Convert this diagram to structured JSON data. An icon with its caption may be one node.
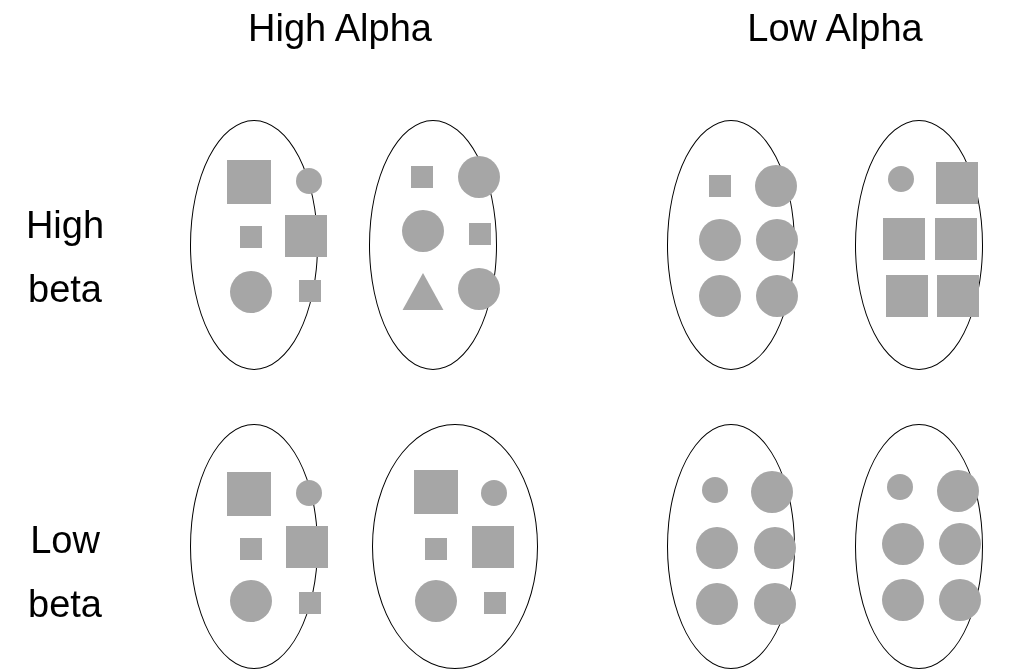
{
  "diagram": {
    "nodes": [
      {
        "text": [],
        "shape": "ellipse"
      },
      {
        "text": [],
        "shape": "square",
        "in": 0
      },
      {
        "text": [],
        "shape": "circle",
        "in": 0
      },
      {
        "text": [],
        "shape": "square",
        "in": 0
      },
      {
        "text": [],
        "shape": "square",
        "in": 0
      },
      {
        "text": [],
        "shape": "circle",
        "in": 0
      },
      {
        "text": [],
        "shape": "square",
        "in": 0
      },
      {
        "text": [],
        "shape": "ellipse"
      },
      {
        "text": [],
        "shape": "square",
        "in": 7
      },
      {
        "text": [],
        "shape": "circle",
        "in": 7
      },
      {
        "text": [],
        "shape": "circle",
        "in": 7
      },
      {
        "text": [],
        "shape": "square",
        "in": 7
      },
      {
        "text": [],
        "shape": "triangle",
        "in": 7
      },
      {
        "text": [],
        "shape": "circle",
        "in": 7
      },
      {
        "text": [],
        "shape": "ellipse"
      },
      {
        "text": [],
        "shape": "square",
        "in": 14
      },
      {
        "text": [],
        "shape": "circle",
        "in": 14
      },
      {
        "text": [],
        "shape": "circle",
        "in": 14
      },
      {
        "text": [],
        "shape": "circle",
        "in": 14
      },
      {
        "text": [],
        "shape": "circle",
        "in": 14
      },
      {
        "text": [],
        "shape": "circle",
        "in": 14
      },
      {
        "text": [],
        "shape": "ellipse"
      },
      {
        "text": [],
        "shape": "circle",
        "in": 21
      },
      {
        "text": [],
        "shape": "square",
        "in": 21
      },
      {
        "text": [],
        "shape": "square",
        "in": 21
      },
      {
        "text": [],
        "shape": "square",
        "in": 21
      },
      {
        "text": [],
        "shape": "square",
        "in": 21
      },
      {
        "text": [],
        "shape": "square",
        "in": 21
      },
      {
        "text": [],
        "shape": "ellipse"
      },
      {
        "text": [],
        "shape": "square",
        "in": 28
      },
      {
        "text": [],
        "shape": "circle",
        "in": 28
      },
      {
        "text": [],
        "shape": "square",
        "in": 28
      },
      {
        "text": [],
        "shape": "square",
        "in": 28
      },
      {
        "text": [],
        "shape": "circle",
        "in": 28
      },
      {
        "text": [],
        "shape": "square",
        "in": 28
      },
      {
        "text": [],
        "shape": "ellipse"
      },
      {
        "text": [],
        "shape": "square",
        "in": 35
      },
      {
        "text": [],
        "shape": "circle",
        "in": 35
      },
      {
        "text": [],
        "shape": "square",
        "in": 35
      },
      {
        "text": [],
        "shape": "square",
        "in": 35
      },
      {
        "text": [],
        "shape": "circle",
        "in": 35
      },
      {
        "text": [],
        "shape": "square",
        "in": 35
      },
      {
        "text": [],
        "shape": "ellipse"
      },
      {
        "text": [],
        "shape": "circle",
        "in": 42
      },
      {
        "text": [],
        "shape": "circle",
        "in": 42
      },
      {
        "text": [],
        "shape": "circle",
        "in": 42
      },
      {
        "text": [],
        "shape": "circle",
        "in": 42
      },
      {
        "text": [],
        "shape": "circle",
        "in": 42
      },
      {
        "text": [],
        "shape": "circle",
        "in": 42
      },
      {
        "text": [],
        "shape": "ellipse"
      },
      {
        "text": [],
        "shape": "circle",
        "in": 49
      },
      {
        "text": [],
        "shape": "circle",
        "in": 49
      },
      {
        "text": [],
        "shape": "circle",
        "in": 49
      },
      {
        "text": [],
        "shape": "circle",
        "in": 49
      },
      {
        "text": [],
        "shape": "circle",
        "in": 49
      },
      {
        "text": [],
        "shape": "circle",
        "in": 49
      }
    ],
    "labels": [
      "High Alpha",
      "Low Alpha",
      "High beta",
      "Low beta"
    ]
  }
}
